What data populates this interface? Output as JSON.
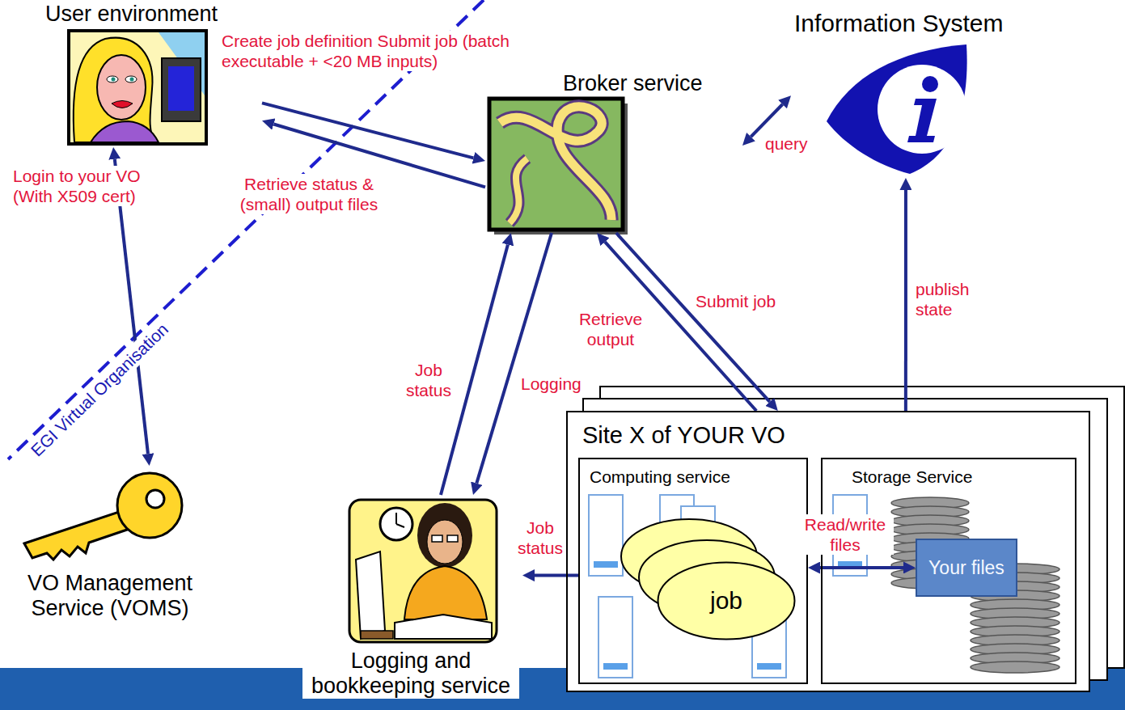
{
  "diagram": {
    "nodes": [
      {
        "text": [
          "User environment"
        ]
      },
      {
        "text": [
          "Broker service"
        ]
      },
      {
        "text": [
          "Information System"
        ]
      },
      {
        "text": [
          "VO Management Service (VOMS)"
        ]
      },
      {
        "text": [
          "Logging and bookkeeping service"
        ]
      },
      {
        "text": [
          "Site X of YOUR VO"
        ]
      },
      {
        "text": [
          "Computing service"
        ],
        "in": 5
      },
      {
        "text": [
          "job"
        ],
        "in": 6
      },
      {
        "text": [
          "Storage Service"
        ],
        "in": 5
      },
      {
        "text": [
          "Your files"
        ],
        "in": 8
      }
    ],
    "edges": [
      {
        "from": 0,
        "to": 1,
        "arrow": "to",
        "label": "Create job definition Submit job (batch executable + <20 MB inputs)"
      },
      {
        "from": 1,
        "to": 0,
        "arrow": "to",
        "label": "Retrieve status & (small) output files"
      },
      {
        "from": 0,
        "to": 3,
        "arrow": "both",
        "label": "Login to your VO (With X509 cert)"
      },
      {
        "from": 1,
        "to": 2,
        "arrow": "both",
        "label": "query"
      },
      {
        "from": 5,
        "to": 2,
        "arrow": "to",
        "label": "publish state"
      },
      {
        "from": 1,
        "to": 5,
        "arrow": "to",
        "label": "Submit job"
      },
      {
        "from": 5,
        "to": 1,
        "arrow": "to",
        "label": "Retrieve output"
      },
      {
        "from": 4,
        "to": 1,
        "arrow": "to",
        "label": "Job status"
      },
      {
        "from": 1,
        "to": 4,
        "arrow": "to",
        "label": "Logging"
      },
      {
        "from": 6,
        "to": 4,
        "arrow": "to",
        "label": "Job status"
      },
      {
        "from": 6,
        "to": 9,
        "arrow": "both",
        "label": "Read/write files"
      }
    ],
    "labels": [
      "EGI Virtual Organisation"
    ]
  }
}
